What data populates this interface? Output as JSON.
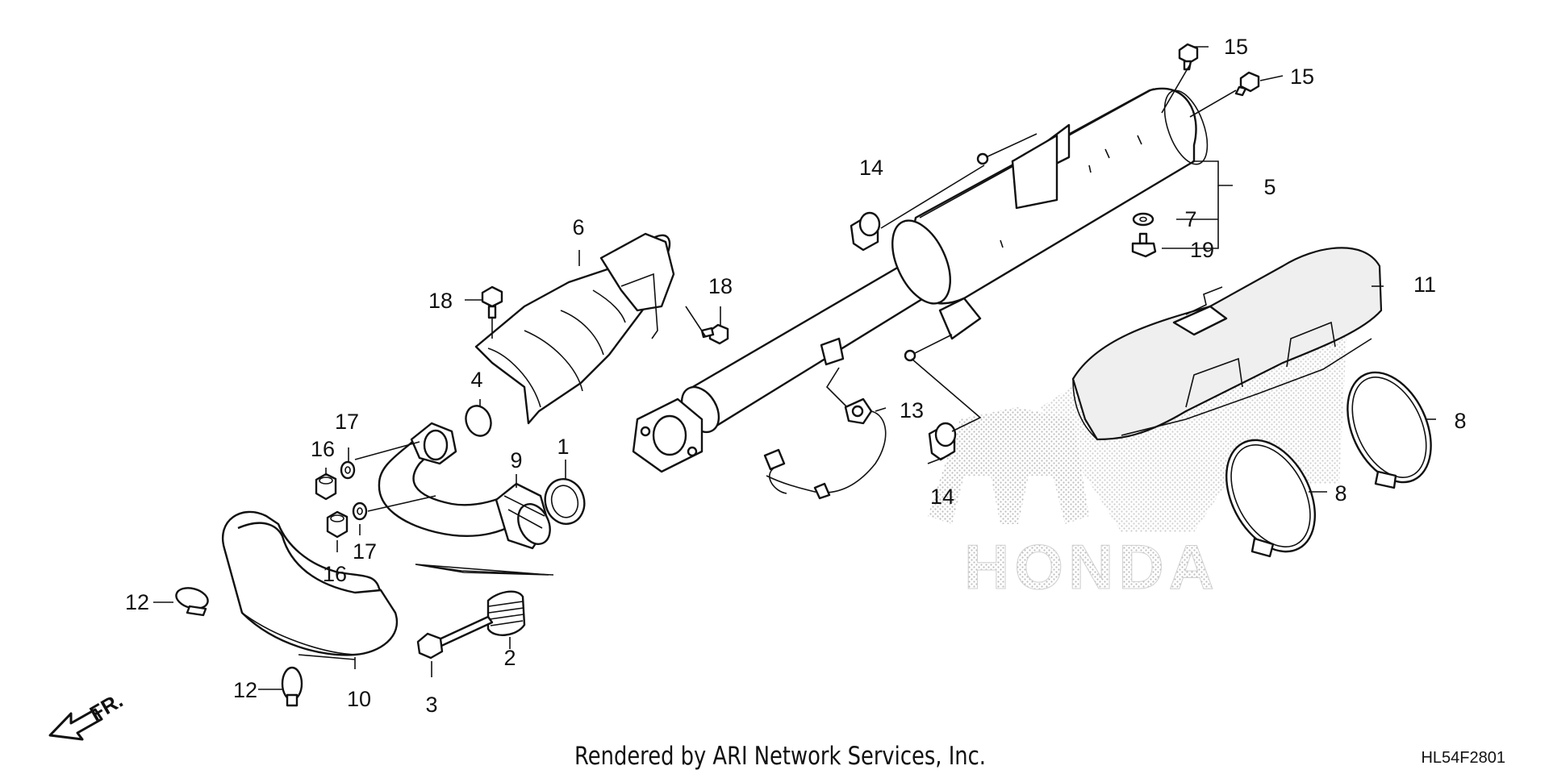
{
  "diagram": {
    "callouts": {
      "c1": "1",
      "c2": "2",
      "c3": "3",
      "c4": "4",
      "c5": "5",
      "c6": "6",
      "c7": "7",
      "c8a": "8",
      "c8b": "8",
      "c9": "9",
      "c10": "10",
      "c11": "11",
      "c12a": "12",
      "c12b": "12",
      "c13": "13",
      "c14a": "14",
      "c14b": "14",
      "c15a": "15",
      "c15b": "15",
      "c16a": "16",
      "c16b": "16",
      "c17a": "17",
      "c17b": "17",
      "c18a": "18",
      "c18b": "18",
      "c19": "19"
    },
    "front_arrow_label": "FR.",
    "watermark_brand": "HONDA",
    "footer_credit": "Rendered by ARI Network Services, Inc.",
    "diagram_code": "HL54F2801"
  },
  "colors": {
    "line": "#111111",
    "watermark": "#c8c8c8",
    "background": "#ffffff"
  }
}
